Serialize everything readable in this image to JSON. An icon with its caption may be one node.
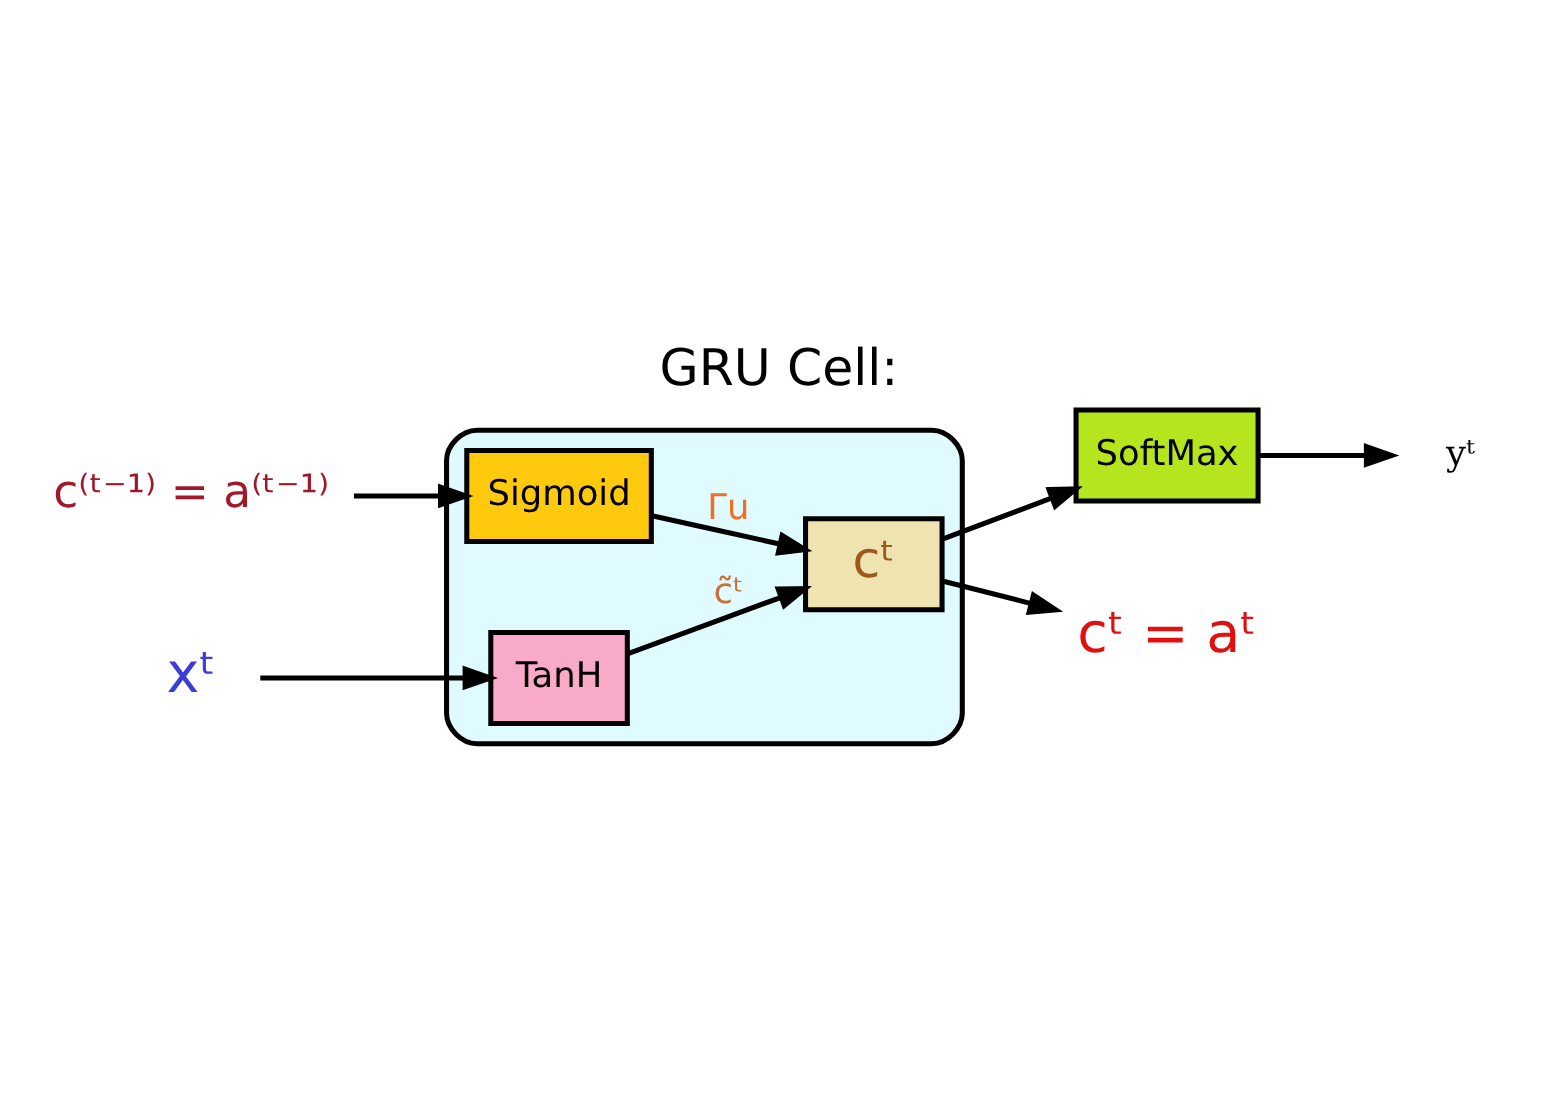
{
  "diagram": {
    "title": "GRU Cell:",
    "nodes": [
      {
        "text": [],
        "shape": "box"
      },
      {
        "text": [
          "cᵗ"
        ],
        "in": 0
      },
      {
        "text": [
          "TanH"
        ],
        "in": 0
      },
      {
        "text": [
          "Sigmoid"
        ],
        "in": 0
      },
      {
        "text": [
          "SoftMax"
        ]
      },
      {
        "text": [
          "c⁽ᵗ⁻¹⁾ = a⁽ᵗ⁻¹⁾"
        ]
      },
      {
        "text": [
          "xᵗ"
        ]
      },
      {
        "text": [
          "cᵗ = aᵗ"
        ]
      },
      {
        "text": [
          "yᵗ"
        ]
      }
    ],
    "edges": [
      {
        "from": 5,
        "to": 3,
        "arrow": "to"
      },
      {
        "from": 6,
        "to": 2,
        "arrow": "to"
      },
      {
        "from": 2,
        "to": 1,
        "arrow": "to",
        "label": "c̃ᵗ"
      },
      {
        "from": 3,
        "to": 1,
        "arrow": "to",
        "label": "Γu"
      },
      {
        "from": 1,
        "to": 7,
        "arrow": "to"
      },
      {
        "from": 1,
        "to": 4,
        "arrow": "to"
      },
      {
        "from": 4,
        "to": 8,
        "arrow": "to"
      }
    ]
  }
}
